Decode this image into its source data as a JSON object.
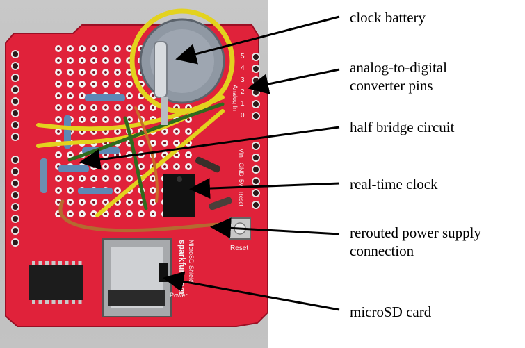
{
  "photo": {
    "board_colors": {
      "pcb": "#e0223a",
      "pcb_dark": "#b3112a",
      "wire_yellow": "#e3d21e",
      "wire_green": "#2f6b1e",
      "wire_brown": "#b46a30",
      "battery": "#8f98a3"
    },
    "silkscreen": {
      "analog_in": "Analog In",
      "pins": [
        "5",
        "4",
        "3",
        "2",
        "1",
        "0"
      ],
      "vin": "Vin",
      "gnd": "GND",
      "five_v": "5V",
      "reset_small": "Reset",
      "reset": "Reset",
      "brand": "sparkfun.com",
      "microsd_shield": "MicroSD Shield",
      "power": "Power"
    }
  },
  "annotations": [
    {
      "id": "clock-battery",
      "lines": [
        "clock battery"
      ]
    },
    {
      "id": "adc-pins",
      "lines": [
        "analog-to-digital",
        "converter pins"
      ]
    },
    {
      "id": "half-bridge",
      "lines": [
        "half bridge circuit"
      ]
    },
    {
      "id": "rtc",
      "lines": [
        "real-time clock"
      ]
    },
    {
      "id": "power-supply",
      "lines": [
        "rerouted power supply",
        "connection"
      ]
    },
    {
      "id": "microsd",
      "lines": [
        "microSD card"
      ]
    }
  ]
}
